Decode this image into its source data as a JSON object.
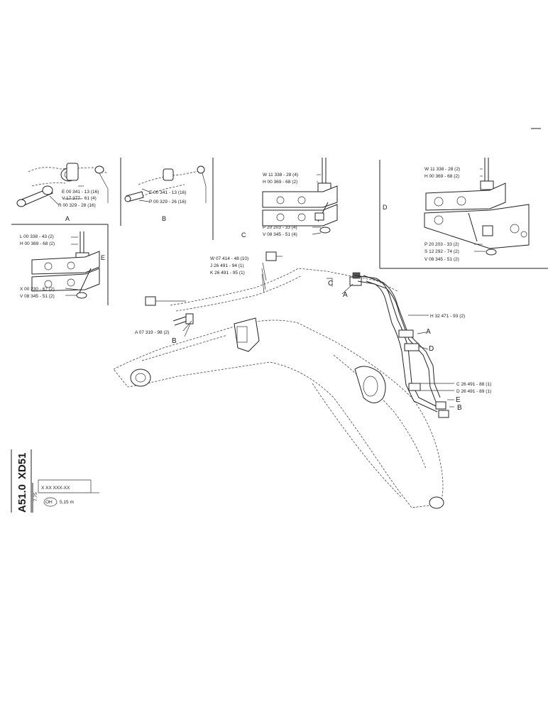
{
  "doc": {
    "model": "XD51",
    "page_code": "A51.0",
    "revision": "7.75",
    "serial_mask": "X XX XXX-XX",
    "oh_badge": "OH",
    "dimension": "5,15 m"
  },
  "panels": {
    "A": {
      "title": "A",
      "parts": [
        "E 00 341 - 13 (16)",
        "V 17 377 - 61 (4)",
        "R 00 329 - 28 (16)"
      ]
    },
    "B": {
      "title": "B",
      "parts": [
        "E 00 341 - 13 (16)",
        "P 00 329 - 26 (16)"
      ]
    },
    "C": {
      "title": "C",
      "parts": [
        "W 11 338 - 28 (4)",
        "H 00 369 - 68 (2)",
        "P 20 203 - 33 (4)",
        "V 08 345 - 51 (4)"
      ]
    },
    "D": {
      "title": "D",
      "parts": [
        "W 11 338 - 28 (2)",
        "H 00 369 - 68 (2)",
        "P 20 203 - 33 (2)",
        "S 12 292 - 74 (2)",
        "V 08 345 - 51 (2)"
      ]
    },
    "E": {
      "title": "E",
      "parts": [
        "L 00 338 - 43 (2)",
        "H 00 369 - 68 (2)",
        "X 00 230 - 67 (2)",
        "V 08 345 - 51 (2)"
      ]
    }
  },
  "main_parts": {
    "w": "W 07 414 - 48 (10)",
    "j": "J 26 491 - 94 (1)",
    "k": "K 26 491 - 95 (1)",
    "h": "H 32 471 - 93 (2)",
    "a": "A 07 319 - 98 (2)",
    "c": "C 26 491 - 88 (1)",
    "d": "D 26 491 - 89 (1)"
  },
  "callouts": {
    "c": "C",
    "a_top": "A",
    "a_right": "A",
    "d_right": "D",
    "e_right": "E",
    "b_right": "B",
    "b_left": "B"
  }
}
